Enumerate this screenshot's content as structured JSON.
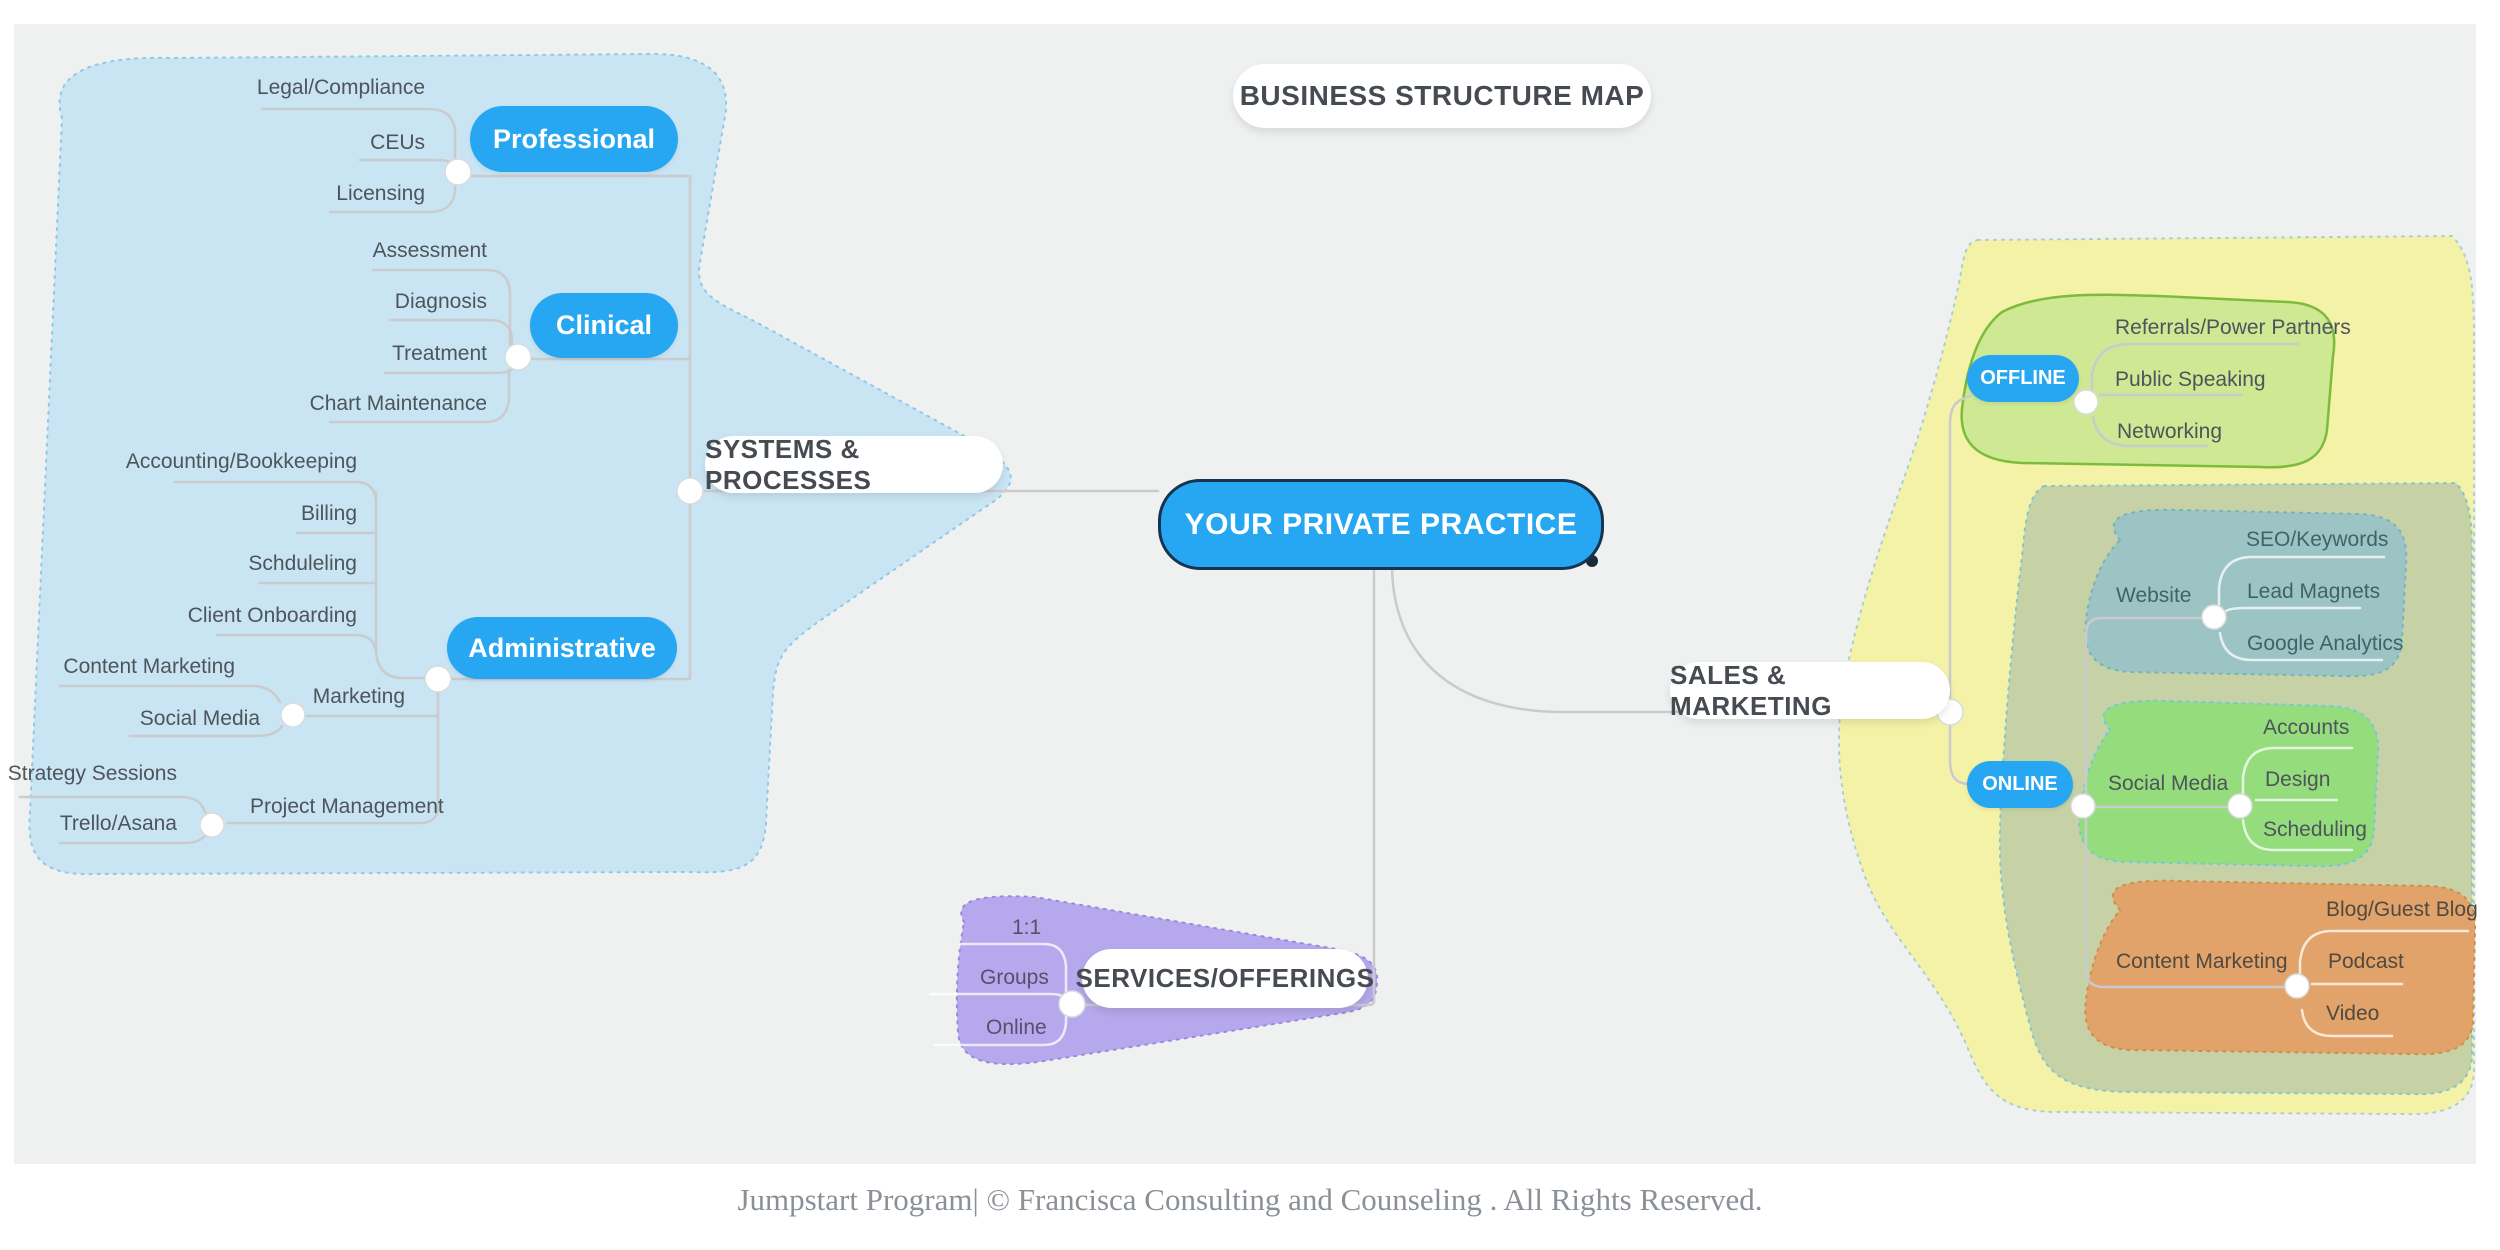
{
  "title": "BUSINESS STRUCTURE MAP",
  "center": {
    "label": "YOUR PRIVATE PRACTICE"
  },
  "systems": {
    "label": "SYSTEMS & PROCESSES",
    "professional": {
      "label": "Professional",
      "children": [
        "Legal/Compliance",
        "CEUs",
        "Licensing"
      ]
    },
    "clinical": {
      "label": "Clinical",
      "children": [
        "Assessment",
        "Diagnosis",
        "Treatment",
        "Chart Maintenance"
      ]
    },
    "administrative": {
      "label": "Administrative",
      "children": [
        "Accounting/Bookkeeping",
        "Billing",
        "Schduleling",
        "Client Onboarding"
      ],
      "marketing": {
        "label": "Marketing",
        "children": [
          "Content Marketing",
          "Social Media"
        ]
      },
      "project": {
        "label": "Project Management",
        "children": [
          "Strategy Sessions",
          "Trello/Asana"
        ]
      }
    }
  },
  "services": {
    "label": "SERVICES/OFFERINGS",
    "children": [
      "1:1",
      "Groups",
      "Online"
    ]
  },
  "sales": {
    "label": "SALES & MARKETING",
    "offline": {
      "label": "OFFLINE",
      "children": [
        "Referrals/Power Partners",
        "Public Speaking",
        "Networking"
      ]
    },
    "online": {
      "label": "ONLINE",
      "website": {
        "label": "Website",
        "children": [
          "SEO/Keywords",
          "Lead Magnets",
          "Google Analytics"
        ]
      },
      "social": {
        "label": "Social Media",
        "children": [
          "Accounts",
          "Design",
          "Scheduling"
        ]
      },
      "content": {
        "label": "Content Marketing",
        "children": [
          "Blog/Guest Blog",
          "Podcast",
          "Video"
        ]
      }
    }
  },
  "footer": "Jumpstart Program| © Francisca Consulting and Counseling . All Rights Reserved.",
  "colors": {
    "node_blue": "#27a7f2",
    "center_border": "#153450",
    "cloud_blue": "#c9e5f4",
    "cloud_yellow": "#f4f2a7",
    "cloud_olive": "#c6d2a5",
    "cloud_green_light": "#cfe894",
    "cloud_teal": "#9dc4c4",
    "cloud_green": "#95dc7d",
    "cloud_orange": "#e1a369",
    "cloud_purple": "#b6a8ec",
    "wire_gray": "#c9cbcc",
    "text_dark": "#4e545c",
    "bg": "#eff1f0"
  }
}
